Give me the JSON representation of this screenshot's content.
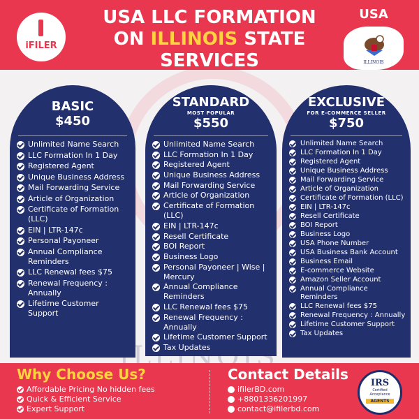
{
  "brand": {
    "logo_text": "iFILER"
  },
  "header": {
    "title_line1": "USA LLC FORMATION",
    "title_on": "ON",
    "title_highlight": "ILLINOIS",
    "title_state": "STATE",
    "title_line3": "SERVICES",
    "country": "USA",
    "flag_text": "ILLINOIS"
  },
  "background_word": "ILLINOIS",
  "plans": {
    "basic": {
      "name": "BASIC",
      "price": "$450",
      "features": [
        "Unlimited Name Search",
        "LLC Formation In 1 Day",
        "Registered Agent",
        "Unique Business Address",
        "Mail Forwarding Service",
        "Article of Organization",
        "Certificate of Formation (LLC)",
        "EIN | LTR-147c",
        "Personal Payoneer",
        "Annual Compliance Reminders",
        "LLC Renewal fees $75",
        "Renewal Frequency : Annually",
        "Lifetime Customer Support"
      ]
    },
    "standard": {
      "name": "STANDARD",
      "subtitle": "MOST POPULAR",
      "price": "$550",
      "features": [
        "Unlimited Name Search",
        "LLC Formation In 1 Day",
        "Registered Agent",
        "Unique Business Address",
        "Mail Forwarding Service",
        "Article of Organization",
        "Certificate of Formation (LLC)",
        "EIN | LTR-147c",
        "Resell Certificate",
        "BOI Report",
        "Business Logo",
        "Personal Payoneer | Wise | Mercury",
        "Annual Compliance Reminders",
        "LLC Renewal fees $75",
        "Renewal Frequency : Annually",
        "Lifetime Customer Support",
        "Tax Updates"
      ]
    },
    "exclusive": {
      "name": "EXCLUSIVE",
      "subtitle": "FOR E-COMMERCE SELLER",
      "price": "$750",
      "features": [
        "Unlimited Name Search",
        "LLC Formation In 1 Day",
        "Registered Agent",
        "Unique Business Address",
        "Mail Forwarding Service",
        "Article of Organization",
        "Certificate of Formation (LLC)",
        "EIN | LTR-147c",
        "Resell Certificate",
        "BOI Report",
        "Business Logo",
        "USA Phone Number",
        "USA Business Bank Account",
        "Business Email",
        "E-commerce Website",
        "Amazon Seller Account",
        "Annual Compliance Reminders",
        "LLC Renewal fees $75",
        "Renewal Frequency : Annually",
        "Lifetime Customer Support",
        "Tax Updates"
      ]
    }
  },
  "why": {
    "title": "Why Choose Us?",
    "items": [
      "Affordable Pricing No hidden fees",
      "Quick & Efficient Service",
      "Expert Support"
    ]
  },
  "contact": {
    "title": "Contact Details",
    "items": [
      {
        "icon": "globe-icon",
        "text": "ifilerBD.com"
      },
      {
        "icon": "whatsapp-icon",
        "text": "+8801336201997"
      },
      {
        "icon": "telegram-icon",
        "text": "contact@ifilerbd.com"
      }
    ]
  },
  "badge": {
    "title": "IRS",
    "sub1": "Certified",
    "sub2": "Acceptance",
    "label": "AGENTS"
  },
  "colors": {
    "primary_red": "#e8374f",
    "navy": "#23306e",
    "yellow": "#ffd23f"
  }
}
